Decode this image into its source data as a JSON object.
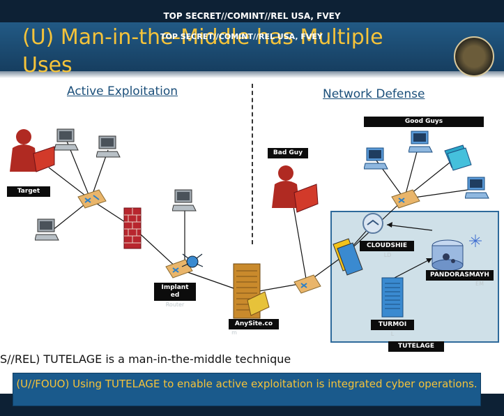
{
  "classification_top": "TOP SECRET//COMINT//REL USA, FVEY",
  "classification_overlay": "TOP SECRET//COMINT//REL USA, FVEY",
  "title": "(U) Man-in-the-Middle has Multiple Uses",
  "left_heading": "Active Exploitation",
  "right_heading": "Network Defense",
  "labels": {
    "target": "Target",
    "bad_guy": "Bad Guy",
    "good_guys": "Good Guys",
    "implanted_router": "Implant ed",
    "implanted_router_ghost": "Router",
    "anysite": "AnySite.co",
    "anysite_ghost": "m",
    "cloudshield": "CLOUDSHIE",
    "cloudshield_ghost": "LD",
    "pandorasmayhem": "PANDORASMAYH",
    "pandorasmayhem_ghost": "EM",
    "turmoil": "TURMOI",
    "turmoil_ghost": "L",
    "tutelage": "TUTELAGE"
  },
  "body_text": "S//REL) TUTELAGE is a man-in-the-middle technique",
  "bottom_banner": "(U//FOUO) Using TUTELAGE to enable active exploitation is integrated cyber operations.",
  "colors": {
    "title": "#f5c33a",
    "header": "#1e4f78",
    "accent_blue": "#1a5a8c",
    "banner_text": "#f5c33a"
  }
}
